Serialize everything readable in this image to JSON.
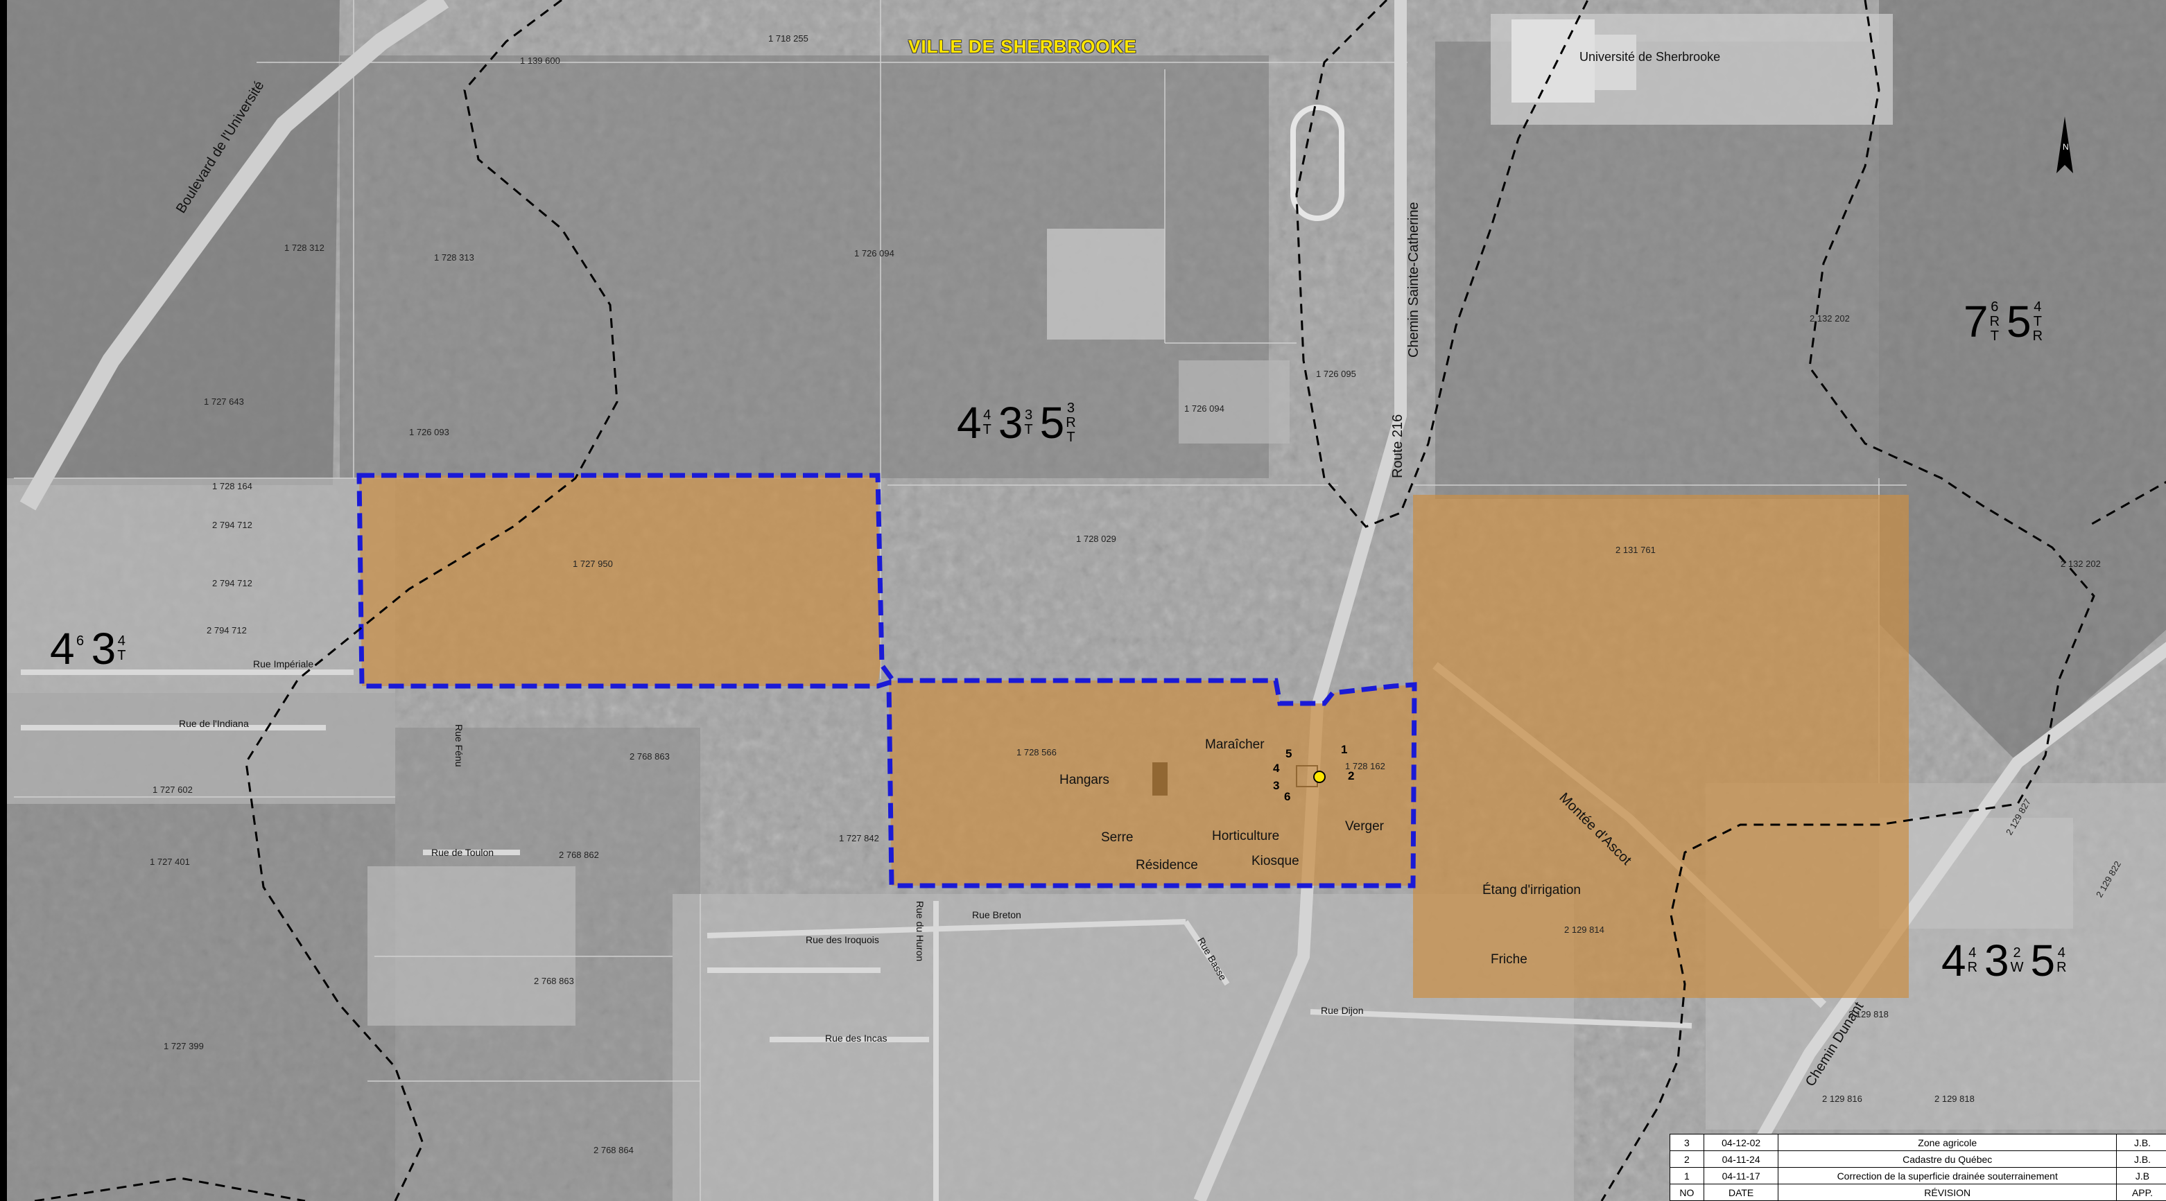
{
  "title": "VILLE DE SHERBROOKE",
  "buildings": {
    "universite": "Université de Sherbrooke"
  },
  "roads": {
    "boulevard": "Boulevard de l'Université",
    "chemin_sc": "Chemin Sainte-Catherine",
    "route216": "Route 216",
    "montee": "Montée d'Ascot",
    "chemin_dunant": "Chemin Dunant"
  },
  "streets": {
    "imperiale": "Rue Impériale",
    "indiana": "Rue de l'Indiana",
    "toulon": "Rue de Toulon",
    "breton": "Rue Breton",
    "iroquois": "Rue des Iroquois",
    "incas": "Rue des Incas",
    "dijon": "Rue Dijon",
    "huron": "Rue du Huron",
    "basse": "Rue Basse",
    "fenu": "Rue Fénu"
  },
  "farm_labels": {
    "hangars": "Hangars",
    "maraicher": "Maraîcher",
    "serre": "Serre",
    "residence": "Résidence",
    "horticulture": "Horticulture",
    "kiosque": "Kiosque",
    "verger": "Verger",
    "etang": "Étang d'irrigation",
    "friche": "Friche"
  },
  "well_numbers": [
    "1",
    "2",
    "3",
    "4",
    "5",
    "6"
  ],
  "lots": {
    "l1139600": "1 139 600",
    "l1718255": "1 718 255",
    "l1728312": "1 728 312",
    "l1728313": "1 728 313",
    "l1726094a": "1 726 094",
    "l1726095": "1 726 095",
    "l1726094b": "1 726 094",
    "l1727643": "1 727 643",
    "l1726093": "1 726 093",
    "l1728164": "1 728 164",
    "l2794712a": "2 794 712",
    "l2794712b": "2 794 712",
    "l2794712c": "2 794 712",
    "l1727950": "1 727 950",
    "l1728029": "1 728 029",
    "l2132202a": "2 132 202",
    "l2131761": "2 131 761",
    "l2132202b": "2 132 202",
    "l1728566": "1 728 566",
    "l1728162": "1 728 162",
    "l2768863a": "2 768 863",
    "l1727602": "1 727 602",
    "l1727842": "1 727 842",
    "l1727401": "1 727 401",
    "l2768862": "2 768 862",
    "l2768863b": "2 768 863",
    "l2129814": "2 129 814",
    "l1727399": "1 727 399",
    "l2768864": "2 768 864",
    "l2129818a": "2 129 818",
    "l2129816": "2 129 816",
    "l2129818b": "2 129 818",
    "l2129827": "2 129 827",
    "l2129822": "2 129 822"
  },
  "soil_units": {
    "north": {
      "c1": "4",
      "c1_sup": "4",
      "c1_sub": "T",
      "c2": "3",
      "c2_sup": "3",
      "c2_sub": "T",
      "c3": "5",
      "c3_sup": "3",
      "c3_sub": "R",
      "c3_sub2": "T"
    },
    "northeast": {
      "c1": "7",
      "c1_sup": "6",
      "c1_sub": "R",
      "c1_sub2": "T",
      "c2": "5",
      "c2_sup": "4",
      "c2_sub": "T",
      "c2_sub2": "R"
    },
    "west": {
      "c1": "4",
      "c1_sup": "6",
      "c2": "3",
      "c2_sup": "4",
      "c2_sub": "T"
    },
    "southeast": {
      "c1": "4",
      "c1_sup": "4",
      "c1_sub": "R",
      "c2": "3",
      "c2_sup": "2",
      "c2_sub": "W",
      "c3": "5",
      "c3_sup": "4",
      "c3_sub": "R"
    }
  },
  "revision_table": {
    "rows": [
      {
        "no": "3",
        "date": "04-12-02",
        "desc": "Zone agricole",
        "app": "J.B."
      },
      {
        "no": "2",
        "date": "04-11-24",
        "desc": "Cadastre du Québec",
        "app": "J.B."
      },
      {
        "no": "1",
        "date": "04-11-17",
        "desc": "Correction de la superficie drainée souterrainement",
        "app": "J.B"
      }
    ],
    "header": {
      "no": "NO",
      "date": "DATE",
      "desc": "RÉVISION",
      "app": "APP."
    }
  },
  "colors": {
    "aerial": "#9c9c9c",
    "forest": "#7a7a7a",
    "zone_fill": "#c9924f",
    "boundary_dash": "#1a1ad6",
    "soil_line": "#000000",
    "well_marker": "#ffe600"
  },
  "north_arrow_icon": "north-arrow-icon"
}
